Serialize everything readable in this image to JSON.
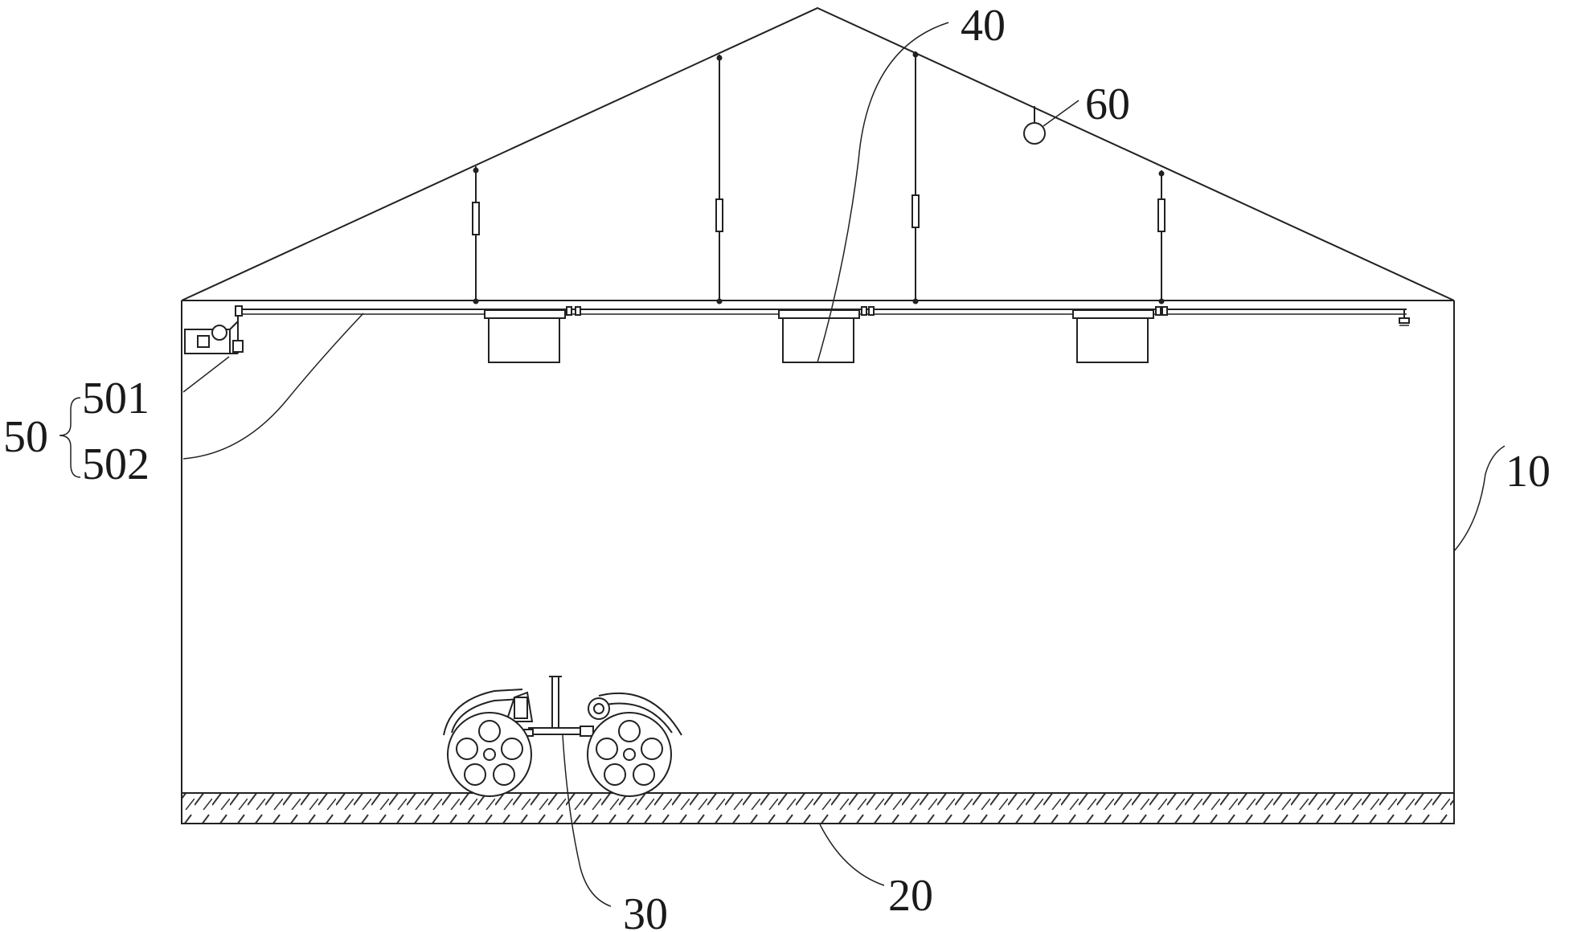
{
  "labels": {
    "ref_10": "10",
    "ref_20": "20",
    "ref_30": "30",
    "ref_40": "40",
    "ref_50": "50",
    "ref_501": "501",
    "ref_502": "502",
    "ref_60": "60"
  }
}
